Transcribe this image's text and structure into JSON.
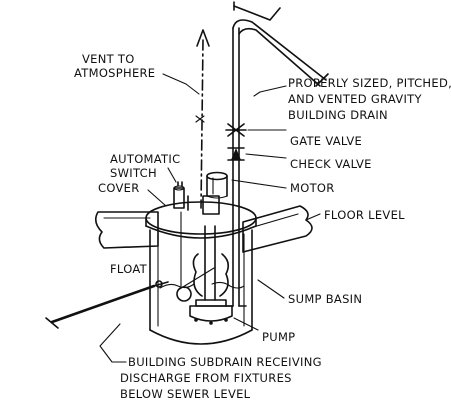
{
  "labels": {
    "vent": [
      "VENT TO",
      "ATMOSPHERE"
    ],
    "drain": [
      "PROPERLY SIZED, PITCHED,",
      "AND VENTED GRAVITY",
      "BUILDING DRAIN"
    ],
    "gate_valve": "GATE VALVE",
    "check_valve": "CHECK VALVE",
    "motor": "MOTOR",
    "switch": [
      "AUTOMATIC",
      "SWITCH"
    ],
    "cover": "COVER",
    "floor_level": "FLOOR LEVEL",
    "float": "FLOAT",
    "sump_basin": "SUMP BASIN",
    "pump": "PUMP",
    "subdrain": [
      "BUILDING SUBDRAIN RECEIVING",
      "DISCHARGE FROM FIXTURES",
      "BELOW SEWER LEVEL"
    ]
  }
}
